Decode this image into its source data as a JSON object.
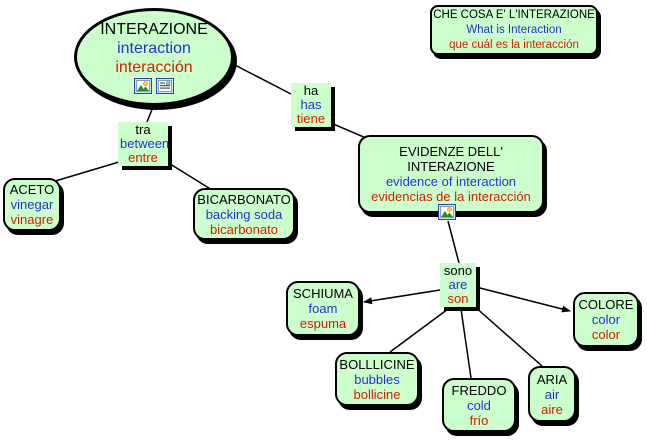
{
  "colors": {
    "node_fill": "#ccffcc",
    "border": "#000000",
    "text_italian": "#000000",
    "text_english": "#2233cc",
    "text_spanish": "#cc2200"
  },
  "nodes": {
    "interazione": {
      "it": "INTERAZIONE",
      "en": "interaction",
      "es": "interacción"
    },
    "question": {
      "it": "CHE COSA E' L'INTERAZIONE",
      "en": "What is Interaction",
      "es": "que cuál es la interacción"
    },
    "tra": {
      "it": "tra",
      "en": "between",
      "es": "entre"
    },
    "ha": {
      "it": "ha",
      "en": "has",
      "es": "tiene"
    },
    "aceto": {
      "it": "ACETO",
      "en": "vinegar",
      "es": "vinagre"
    },
    "bicarbonato": {
      "it": "BICARBONATO",
      "en": "backing soda",
      "es": "bicarbonato"
    },
    "evidenze": {
      "it": "EVIDENZE DELL' INTERAZIONE",
      "en": "evidence of interaction",
      "es": "evidencias de la interacción"
    },
    "sono": {
      "it": "sono",
      "en": "are",
      "es": "son"
    },
    "schiuma": {
      "it": "SCHIUMA",
      "en": "foam",
      "es": "espuma"
    },
    "bolllicine": {
      "it": "BOLLLICINE",
      "en": "bubbles",
      "es": "bollicine"
    },
    "freddo": {
      "it": "FREDDO",
      "en": "cold",
      "es": "frío"
    },
    "aria": {
      "it": "ARIA",
      "en": "air",
      "es": "aire"
    },
    "colore": {
      "it": "COLORE",
      "en": "color",
      "es": "color"
    }
  },
  "icons": {
    "interazione": [
      "image-icon",
      "document-icon"
    ],
    "evidenze": [
      "image-icon"
    ]
  },
  "edges": [
    {
      "from": "interazione",
      "to": "tra",
      "arrow": false
    },
    {
      "from": "tra",
      "to": "aceto",
      "arrow": false
    },
    {
      "from": "tra",
      "to": "bicarbonato",
      "arrow": false
    },
    {
      "from": "interazione",
      "to": "ha",
      "arrow": false
    },
    {
      "from": "ha",
      "to": "evidenze",
      "arrow": false
    },
    {
      "from": "evidenze",
      "to": "sono",
      "arrow": false
    },
    {
      "from": "sono",
      "to": "schiuma",
      "arrow": true
    },
    {
      "from": "sono",
      "to": "bolllicine",
      "arrow": false
    },
    {
      "from": "sono",
      "to": "freddo",
      "arrow": false
    },
    {
      "from": "sono",
      "to": "aria",
      "arrow": false
    },
    {
      "from": "sono",
      "to": "colore",
      "arrow": true
    }
  ]
}
